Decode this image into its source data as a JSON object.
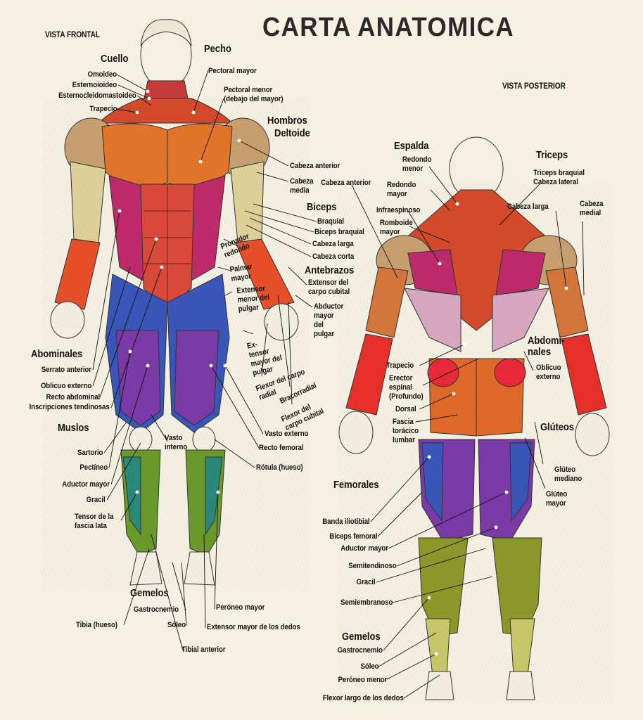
{
  "title": "CARTA ANATOMICA",
  "views": {
    "front": "VISTA FRONTAL",
    "back": "VISTA POSTERIOR"
  },
  "front": {
    "cuello": "Cuello",
    "omoideo": "Omoideo",
    "esternoioideo": "Esternoioideo",
    "esternocleido": "Esternocleidomastoideo",
    "trapecio": "Trapecio",
    "pecho": "Pecho",
    "pectoral_mayor": "Pectoral mayor",
    "pectoral_menor": "Pectoral menor\n(debajo del mayor)",
    "hombros": "Hombros",
    "deltoide": "Deltoide",
    "cabeza_anterior": "Cabeza anterior",
    "cabeza_media": "Cabeza\nmedia",
    "biceps": "Biceps",
    "braquial": "Braquial",
    "biceps_braquial": "Biceps braquial",
    "cabeza_larga": "Cabeza larga",
    "cabeza_corta": "Cabeza corta",
    "pronador": "Pronador\nredondo",
    "palmar": "Palmar\nmayor",
    "extensor_pulgar": "Extensor\nmenor del\npulgar",
    "antebrazos": "Antebrazos",
    "extensor_carpo": "Extensor del\ncarpo cubital",
    "abductor": "Abductor\nmayor\ndel\npulgar",
    "extensor_mayor_pulgar": "Ex-\ntensor\nmayor del\npulgar",
    "flexor_carpo_radial": "Flexor del carpo\nradial",
    "bracorradial": "Bracorradial",
    "flexor_carpo_cubital": "Flexor del\ncarpo cubital",
    "abominales": "Abominales",
    "serrato": "Serrato anterior",
    "oblicuo": "Oblicuo externo",
    "recto_abdominal": "Recto abdominal",
    "inscripciones": "Inscripciones tendinosas",
    "muslos": "Muslos",
    "sartorio": "Sartorio",
    "pectineo": "Pectíneo",
    "aductor_mayor": "Aductor mayor",
    "gracil": "Gracil",
    "tensor": "Tensor de la\nfascia lata",
    "vasto_interno": "Vasto\ninterno",
    "vasto_externo": "Vasto externo",
    "recto_femoral": "Recto femoral",
    "rotula": "Rótula (hueso)",
    "gemelos": "Gemelos",
    "gastrocnemio": "Gastrocnemio",
    "tibia": "Tibia (hueso)",
    "soleo": "Sóleo",
    "peroneo_mayor": "Peróneo mayor",
    "extensor_dedos": "Extensor mayor de los dedos",
    "tibial_anterior": "Tibial anterior"
  },
  "back": {
    "espalda": "Espalda",
    "redondo_menor": "Redondo\nmenor",
    "cabeza_anterior": "Cabeza anterior",
    "redondo_mayor": "Redondo\nmayor",
    "infraespinoso": "Infraespinoso",
    "romboide": "Romboide\nmayor",
    "triceps": "Triceps",
    "triceps_braquial": "Triceps braquial\nCabeza lateral",
    "cabeza_larga": "Cabeza larga",
    "cabeza_medial": "Cabeza\nmedial",
    "abdominales": "Abdomi-\nnales",
    "oblicuo": "Oblicuo\nexterno",
    "trapecio": "Trapecio",
    "erector": "Erector\nespinal\n(Profundo)",
    "dorsal": "Dorsal",
    "fascia": "Fascia\ntorácico\nlumbar",
    "gluteos": "Glúteos",
    "gluteo_mediano": "Glúteo\nmediano",
    "gluteo_mayor": "Glúteo\nmayor",
    "femorales": "Femorales",
    "banda": "Banda iliotibial",
    "biceps_femoral": "Biceps femoral",
    "aductor_mayor": "Aductor mayor",
    "semitendinoso": "Semitendinoso",
    "gracil": "Gracil",
    "semiembranoso": "Semiembranoso",
    "gemelos": "Gemelos",
    "gastrocnemio": "Gastrocnemio",
    "soleo": "Sóleo",
    "peroneo_menor": "Peróneo menor",
    "flexor_dedos": "Flexor largo de los dedos"
  },
  "colors": {
    "background": "#f5f1e2",
    "skin": "#f3efe2",
    "deltoid": "#c8a070",
    "pectoral": "#e2752a",
    "abdominal": "#d94a3a",
    "serratus": "#c02a6a",
    "quad_blue": "#3a56b8",
    "quad_purple": "#7a3aa8",
    "calf_green": "#6a9a2a",
    "forearm": "#e8502a",
    "back_pink": "#d8a8c0"
  }
}
